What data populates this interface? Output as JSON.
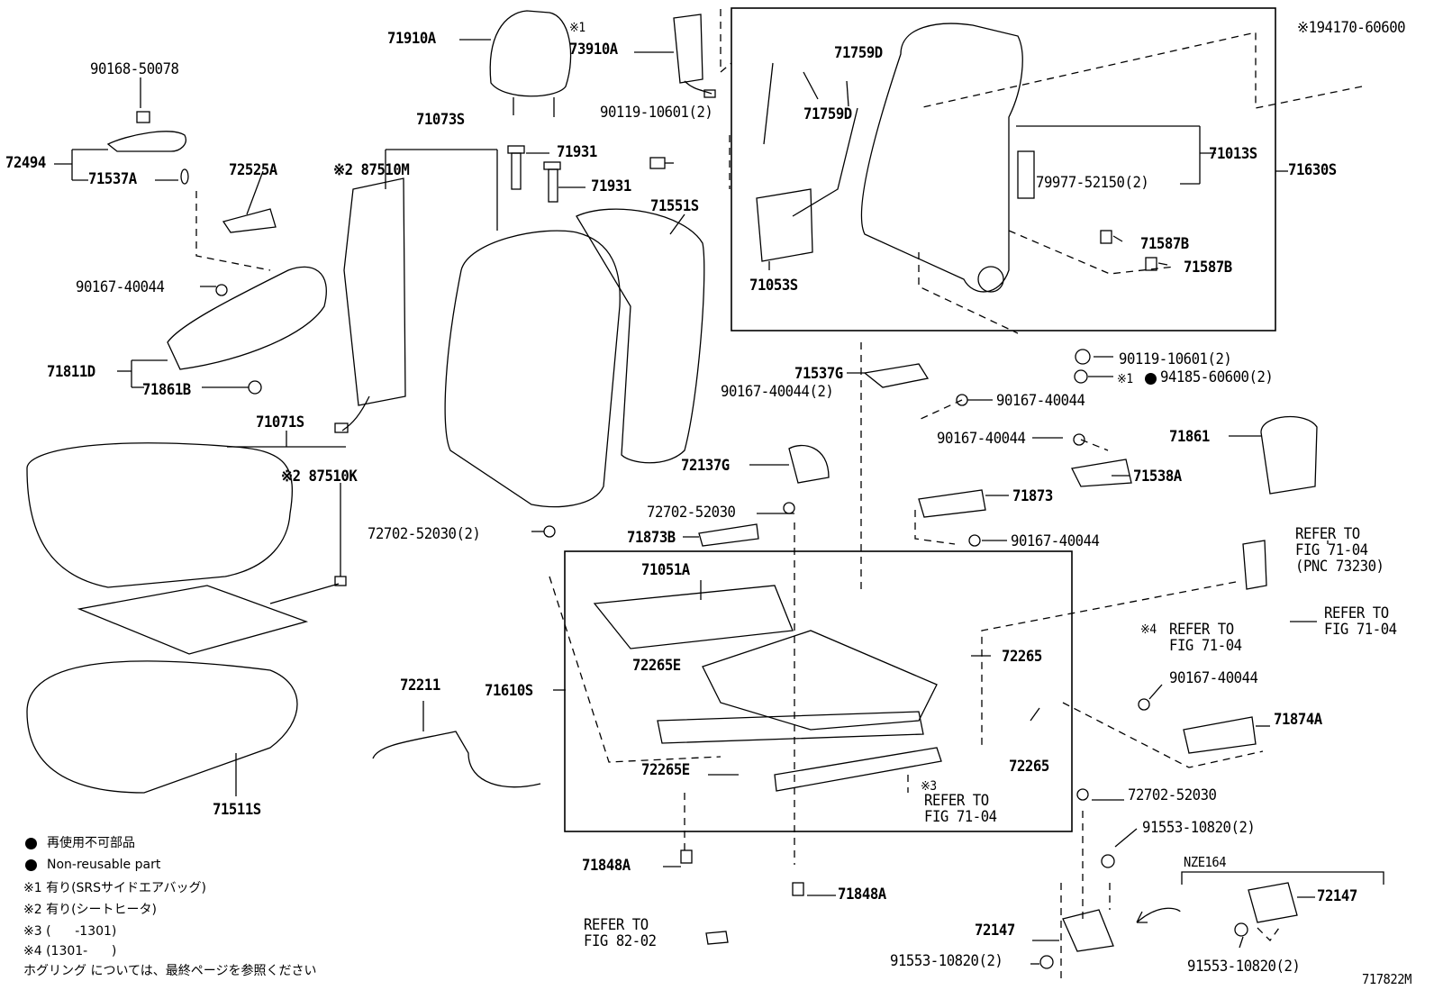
{
  "figure_id": "717822M",
  "variant_label": "NZE164",
  "legend": {
    "line1": "再使用不可部品",
    "line2": "Non-reusable part",
    "note1": "※1 有り(SRSサイドエアバッグ)",
    "note2": "※2 有り(シートヒータ)",
    "note3": "※3 (      -1301)",
    "note4": "※4 (1301-      )",
    "note5": "ホグリング については、最終ページを参照ください"
  },
  "callouts": {
    "p71910A": "71910A",
    "p73910A_mark": "※1",
    "p73910A": "73910A",
    "p71759D_a": "71759D",
    "p71759D_b": "71759D",
    "p194170": "※194170-60600",
    "p90168": "90168-50078",
    "p72494": "72494",
    "p71537A": "71537A",
    "p71073S": "71073S",
    "p90119_a": "90119-10601(2)",
    "p71931_a": "71931",
    "p71931_b": "71931",
    "p72525A": "72525A",
    "p87510M": "※2 87510M",
    "p71551S": "71551S",
    "p71013S": "71013S",
    "p71630S": "71630S",
    "p79977": "79977-52150(2)",
    "p71053S": "71053S",
    "p71587B_a": "71587B",
    "p71587B_b": "71587B",
    "p90167_a": "90167-40044",
    "p71811D": "71811D",
    "p71861B": "71861B",
    "p90119_b": "90119-10601(2)",
    "p94185_mark": "※1",
    "p94185": "94185-60600(2)",
    "p71537G": "71537G",
    "p90167_b": "90167-40044(2)",
    "p90167_c": "90167-40044",
    "p71071S": "71071S",
    "p90167_d": "90167-40044",
    "p71861": "71861",
    "p87510K": "※2 87510K",
    "p72137G": "72137G",
    "p71538A": "71538A",
    "p71873": "71873",
    "p72702_a": "72702-52030",
    "p72702_b": "72702-52030(2)",
    "p71873B": "71873B",
    "p90167_e": "90167-40044",
    "p71051A": "71051A",
    "p72265_a": "72265",
    "p72265E_a": "72265E",
    "p72211": "72211",
    "p71610S": "71610S",
    "p72265E_b": "72265E",
    "p72265_b": "72265",
    "p90167_f": "90167-40044",
    "p71874A": "71874A",
    "p71511S": "71511S",
    "p72702_c": "72702-52030",
    "p91553_a": "91553-10820(2)",
    "p71848A_a": "71848A",
    "p71848A_b": "71848A",
    "p72147_a": "72147",
    "p72147_b": "72147",
    "p91553_b": "91553-10820(2)",
    "p91553_c": "91553-10820(2)"
  },
  "refer_blocks": {
    "r1": [
      "REFER TO",
      "FIG 71-04",
      "(PNC 73230)"
    ],
    "r2": [
      "REFER TO",
      "FIG 71-04"
    ],
    "r3_mark": "※4",
    "r3": [
      "REFER TO",
      "FIG 71-04"
    ],
    "r4_mark": "※3",
    "r4": [
      "REFER TO",
      "FIG 71-04"
    ],
    "r5": [
      "REFER TO",
      "FIG 82-02"
    ]
  }
}
